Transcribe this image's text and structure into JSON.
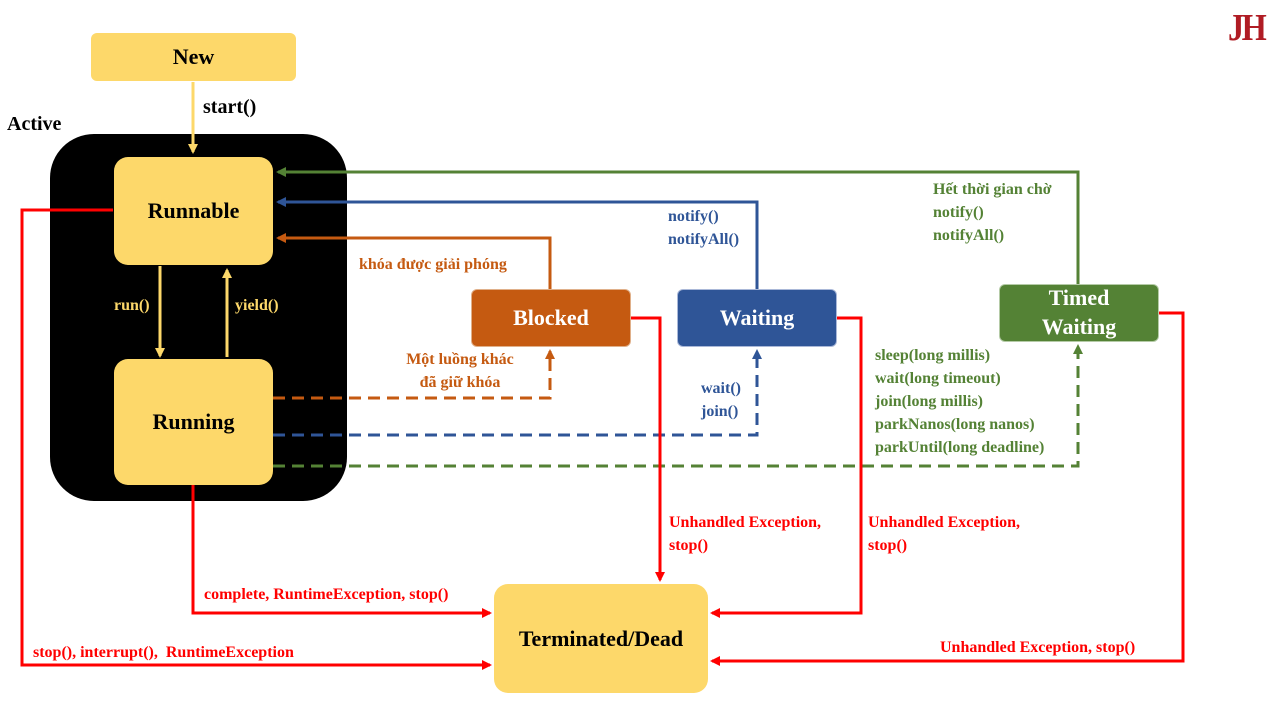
{
  "logo": "JH",
  "group_label": "Active",
  "colors": {
    "node_yellow": "#fdd86a",
    "blocked": "#c55a11",
    "waiting": "#2f5597",
    "timed_waiting": "#548235",
    "terminate": "#ff0000",
    "arrow_yellow": "#fdd86a",
    "active_bg": "#000000"
  },
  "states": {
    "new": "New",
    "runnable": "Runnable",
    "running": "Running",
    "blocked": "Blocked",
    "waiting": "Waiting",
    "timed_waiting": [
      "Timed",
      "Waiting"
    ],
    "terminated": "Terminated/Dead"
  },
  "transitions": {
    "start": "start()",
    "run": "run()",
    "yield": "yield()",
    "lock_released": "khóa được giải phóng",
    "lock_held": [
      "Một luồng khác",
      "đã giữ khóa"
    ],
    "notify_waiting": [
      "notify()",
      "notifyAll()"
    ],
    "wait_join": [
      "wait()",
      "join()"
    ],
    "timed_return": [
      "Hết thời gian chờ",
      "notify()",
      "notifyAll()"
    ],
    "timed_enter": [
      "sleep(long millis)",
      "wait(long timeout)",
      "join(long millis)",
      "parkNanos(long nanos)",
      "parkUntil(long deadline)"
    ],
    "blocked_exception": [
      "Unhandled Exception,",
      "stop()"
    ],
    "waiting_exception": [
      "Unhandled Exception,",
      "stop()"
    ],
    "timed_exception": "Unhandled Exception, stop()",
    "running_complete": "complete, RuntimeException, stop()",
    "runnable_stop": "stop(), interrupt(),  RuntimeException"
  }
}
